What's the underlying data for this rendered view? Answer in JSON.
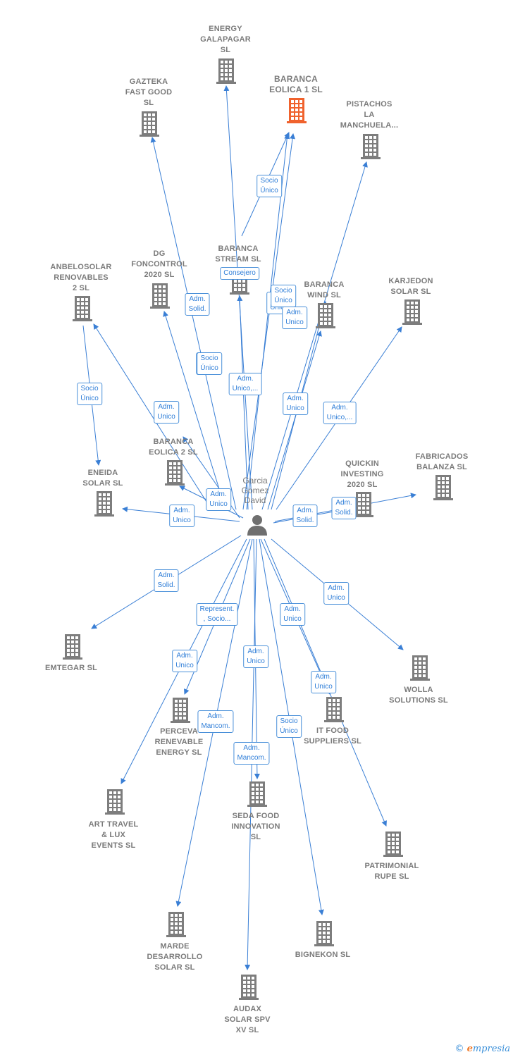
{
  "center": {
    "label": "Garcia\nGomez\nDavid"
  },
  "nodes": [
    {
      "id": "energy",
      "label": "ENERGY\nGALAPAGAR\nSL"
    },
    {
      "id": "baranca1",
      "label": "BARANCA\nEOLICA 1  SL",
      "main": true
    },
    {
      "id": "gazteka",
      "label": "GAZTEKA\nFAST GOOD\nSL"
    },
    {
      "id": "pistachos",
      "label": "PISTACHOS\nLA\nMANCHUELA..."
    },
    {
      "id": "stream",
      "label": "BARANCA\nSTREAM  SL"
    },
    {
      "id": "dg",
      "label": "DG\nFONCONTROL\n2020  SL"
    },
    {
      "id": "anbelo",
      "label": "ANBELOSOLAR\nRENOVABLES\n2 SL"
    },
    {
      "id": "wind",
      "label": "BARANCA\nWIND  SL"
    },
    {
      "id": "karjedon",
      "label": "KARJEDON\nSOLAR  SL"
    },
    {
      "id": "baranca2",
      "label": "BARANCA\nEOLICA 2  SL"
    },
    {
      "id": "eneida",
      "label": "ENEIDA\nSOLAR  SL"
    },
    {
      "id": "quickin",
      "label": "QUICKIN\nINVESTING\n2020  SL"
    },
    {
      "id": "fabricados",
      "label": "FABRICADOS\nBALANZA  SL"
    },
    {
      "id": "emtegar",
      "label": "EMTEGAR  SL"
    },
    {
      "id": "wolla",
      "label": "WOLLA\nSOLUTIONS  SL"
    },
    {
      "id": "perceva",
      "label": "PERCEVA\nRENEVABLE\nENERGY  SL"
    },
    {
      "id": "itfood",
      "label": "IT FOOD\nSUPPLIERS  SL"
    },
    {
      "id": "seda",
      "label": "SEDA FOOD\nINNOVATION\nSL"
    },
    {
      "id": "arttravel",
      "label": "ART TRAVEL\n& LUX\nEVENTS SL"
    },
    {
      "id": "patrimonial",
      "label": "PATRIMONIAL\nRUPE SL"
    },
    {
      "id": "marde",
      "label": "MARDE\nDESARROLLO\nSOLAR SL"
    },
    {
      "id": "bignekon",
      "label": "BIGNEKON  SL"
    },
    {
      "id": "audax",
      "label": "AUDAX\nSOLAR SPV\nXV  SL"
    }
  ],
  "edge_labels": [
    "Socio\nÚnico",
    "Consejero",
    "Adm.\nSolid.",
    "Adm.\nUnico",
    "Socio\nÚnico",
    "Adm.\nUnico",
    "Socio\nÚnico",
    "Socio\nÚnico",
    "Adm.\nUnico,...",
    "Adm.\nUnico",
    "Adm.\nUnico",
    "Adm.\nUnico,...",
    "Socio\nÚnico",
    "Adm.\nUnico",
    "Adm.\nUnico",
    "Adm.\nSolid.",
    "Adm.\nSolid.",
    "Adm.\nSolid.",
    "Adm.\nUnico",
    "Represent.\n, Socio...",
    "Adm.\nUnico",
    "Adm.\nUnico",
    "Adm.\nUnico",
    "Adm.\nUnico",
    "Adm.\nMancom.",
    "Socio\nÚnico",
    "Adm.\nMancom."
  ],
  "colors": {
    "edge": "#3a7fd5",
    "building": "#7d7d7d",
    "main_building": "#f0622d",
    "label_border": "#4a90d9"
  },
  "footer": {
    "symbol": "©",
    "brand_e": "e",
    "brand_rest": "mpresia"
  }
}
